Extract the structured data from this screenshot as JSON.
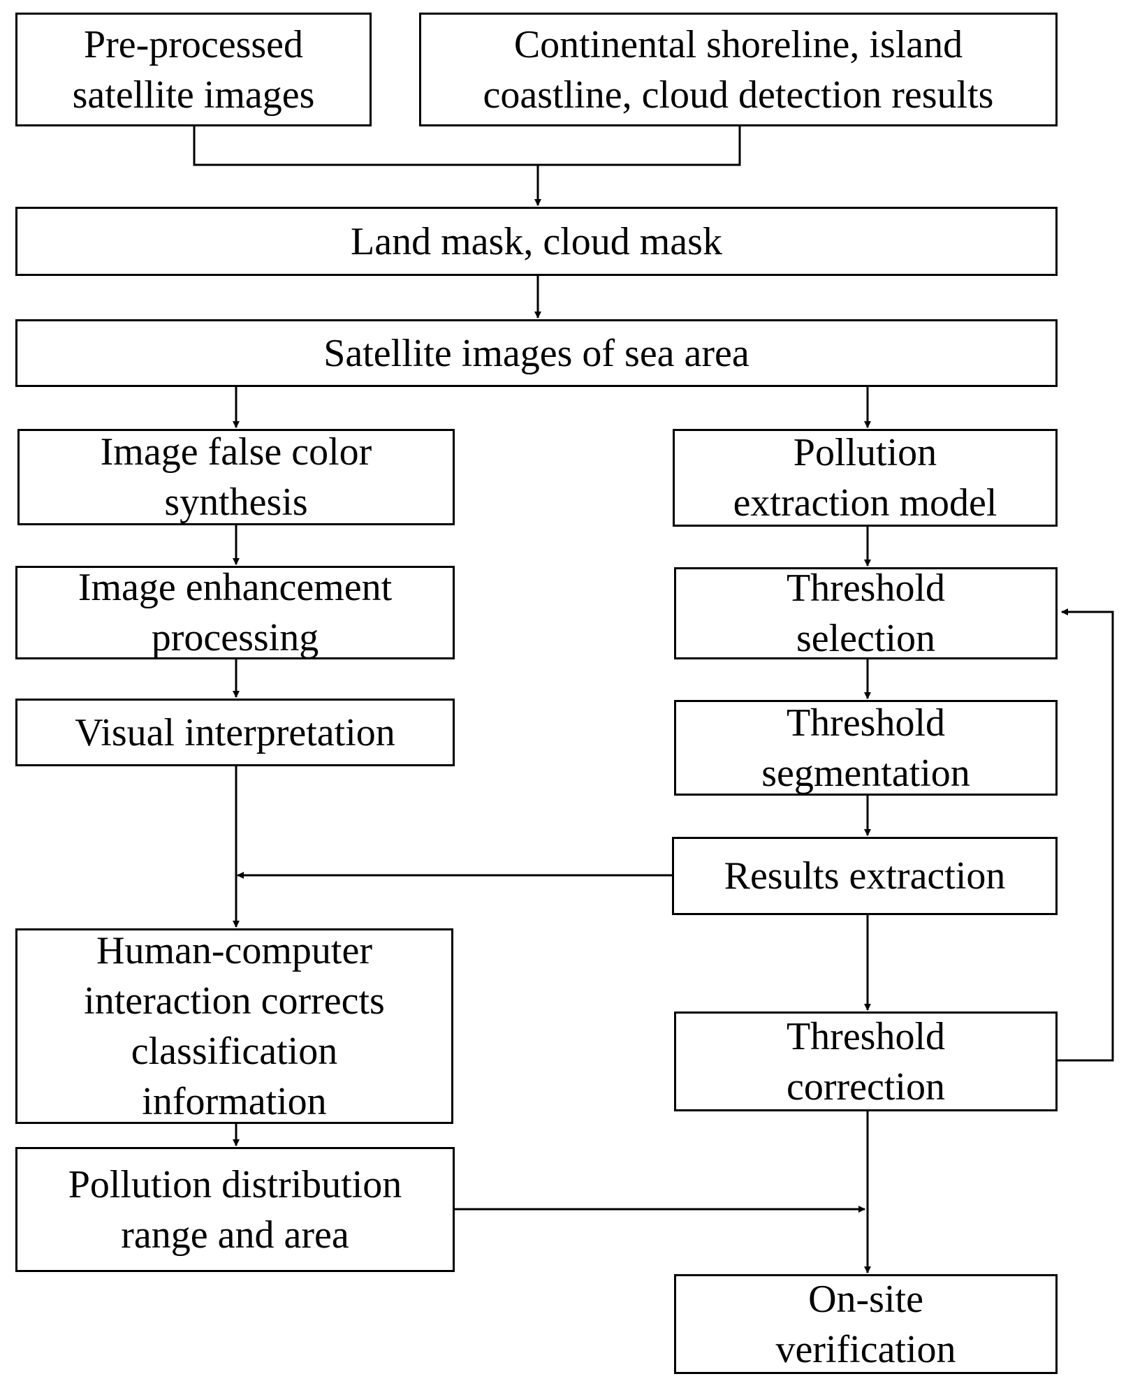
{
  "nodes": {
    "preprocessed": {
      "label_1": "Pre-processed",
      "label_2": "satellite images"
    },
    "shoreline": {
      "label_1": "Continental shoreline, island",
      "label_2": "coastline, cloud detection results"
    },
    "land_mask": {
      "label": "Land mask, cloud mask"
    },
    "sea_area": {
      "label": "Satellite images of sea area"
    },
    "false_color": {
      "label_1": "Image false color",
      "label_2": "synthesis"
    },
    "enhancement": {
      "label_1": "Image enhancement",
      "label_2": "processing"
    },
    "visual": {
      "label": "Visual interpretation"
    },
    "hci": {
      "label_1": "Human-computer",
      "label_2": "interaction corrects",
      "label_3": "classification",
      "label_4": "information"
    },
    "distribution": {
      "label_1": "Pollution distribution",
      "label_2": "range and area"
    },
    "pollution_model": {
      "label_1": "Pollution",
      "label_2": "extraction model"
    },
    "threshold_selection": {
      "label_1": "Threshold",
      "label_2": "selection"
    },
    "threshold_segmentation": {
      "label_1": "Threshold",
      "label_2": "segmentation"
    },
    "results_extraction": {
      "label": "Results extraction"
    },
    "threshold_correction": {
      "label_1": "Threshold",
      "label_2": "correction"
    },
    "onsite": {
      "label_1": "On-site",
      "label_2": "verification"
    }
  },
  "colors": {
    "stroke": "#000000",
    "background": "#ffffff"
  }
}
